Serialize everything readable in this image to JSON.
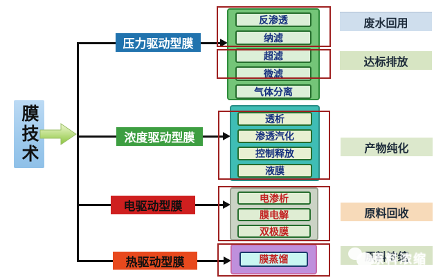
{
  "root": {
    "label": "膜技术"
  },
  "branches": [
    {
      "label": "压力驱动型膜",
      "color": "#2173ae",
      "items": [
        "反渗透",
        "纳滤",
        "超滤",
        "微滤",
        "气体分离"
      ]
    },
    {
      "label": "浓度驱动型膜",
      "color": "#3d9e41",
      "items": [
        "透析",
        "渗透汽化",
        "控制释放",
        "液膜"
      ]
    },
    {
      "label": "电驱动型膜",
      "color": "#cf1f1f",
      "items": [
        "电渗析",
        "膜电解",
        "双极膜"
      ]
    },
    {
      "label": "热驱动型膜",
      "color": "#e8491d",
      "items": [
        "膜蒸馏"
      ]
    }
  ],
  "applications": [
    {
      "label": "废水回用",
      "color": "#cfdeed"
    },
    {
      "label": "达标排放",
      "color": "#d7e5c3"
    },
    {
      "label": "产物纯化",
      "color": "#dce8cc"
    },
    {
      "label": "原料回收",
      "color": "#f7dab9"
    },
    {
      "label": "原料浓缩",
      "color": "#d7e3c5"
    }
  ],
  "colors": {
    "highlight_border": "#9e1f1f",
    "pressure_group_bg": "#74c578",
    "concentration_group_bg": "#3fbdb5",
    "electric_group_bg": "#cbd3c5",
    "heat_group_bg": "#bf8fdc",
    "root_bg": "#9dc9ec",
    "connector": "#0d0d0d"
  }
}
